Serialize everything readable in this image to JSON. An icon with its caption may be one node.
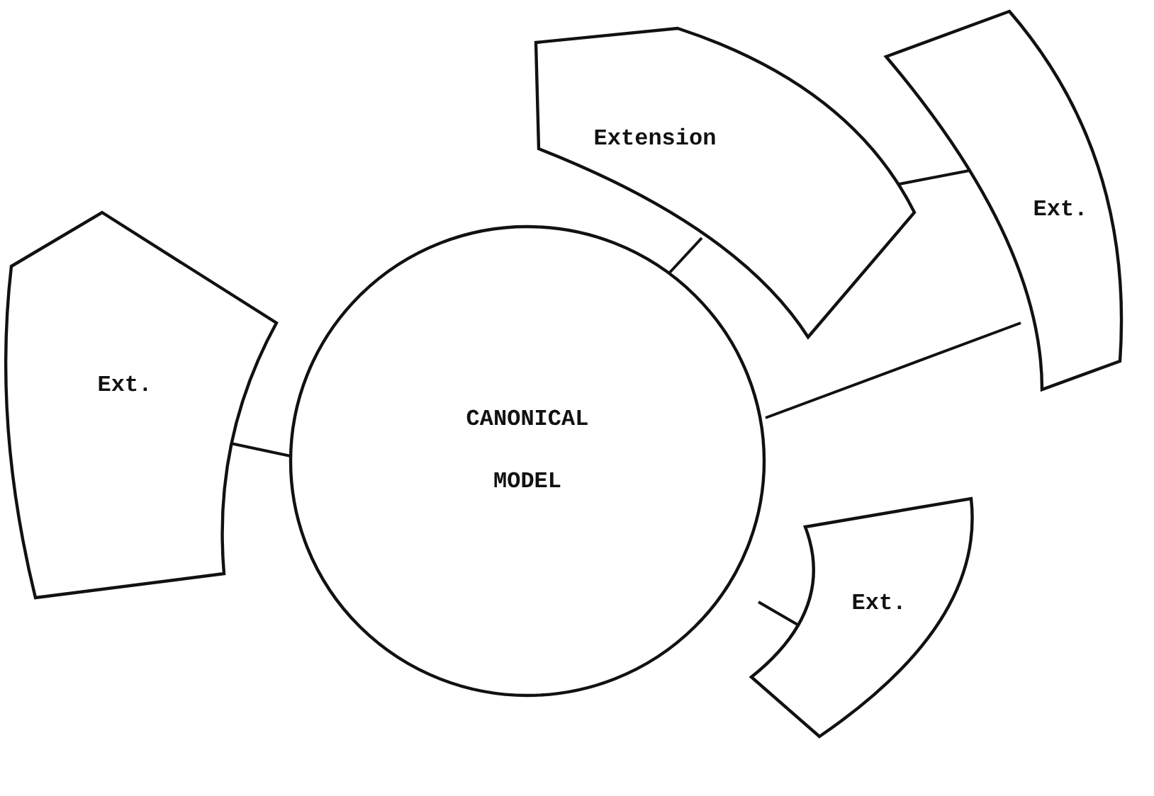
{
  "diagram": {
    "nodes": [
      {
        "text": [
          "Extension"
        ]
      },
      {
        "text": [
          "Ext."
        ]
      },
      {
        "text": [
          "Ext."
        ]
      },
      {
        "text": [
          "CANONICAL MODEL"
        ]
      },
      {
        "text": [
          "Ext."
        ]
      }
    ],
    "edges": [
      {
        "from": 3,
        "to": 2,
        "arrow": "none"
      },
      {
        "from": 3,
        "to": 0,
        "arrow": "none"
      },
      {
        "from": 0,
        "to": 1,
        "arrow": "none"
      },
      {
        "from": 3,
        "to": 1,
        "arrow": "none"
      },
      {
        "from": 3,
        "to": 4,
        "arrow": "none"
      }
    ]
  }
}
